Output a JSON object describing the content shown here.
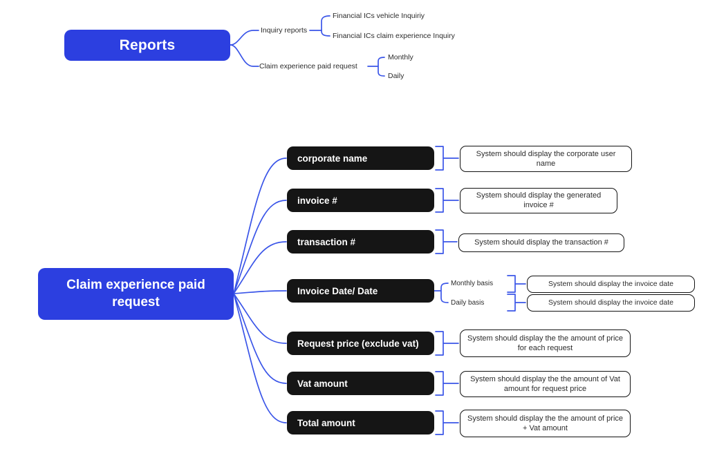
{
  "colors": {
    "accent_blue": "#2c3fe0",
    "line_blue": "#3a55e8",
    "topic_background": "#151515",
    "note_border": "#111111"
  },
  "reports_map": {
    "root": "Reports",
    "branches": [
      {
        "label": "Inquiry reports",
        "children": [
          {
            "label": "Financial ICs vehicle Inquiriy"
          },
          {
            "label": "Financial  ICs claim experience Inquiry"
          }
        ]
      },
      {
        "label": "Claim experience paid request",
        "children": [
          {
            "label": "Monthly"
          },
          {
            "label": "Daily"
          }
        ]
      }
    ]
  },
  "claim_map": {
    "root": "Claim experience paid request",
    "rows": [
      {
        "topic": "corporate name",
        "note": "System should display the corporate  user name"
      },
      {
        "topic": "invoice #",
        "note": "System should display the generated invoice #"
      },
      {
        "topic": "transaction #",
        "note": "System should display the transaction #"
      },
      {
        "topic": "Invoice Date/ Date",
        "children": [
          {
            "label": "Monthly basis",
            "note": "System should display the invoice date"
          },
          {
            "label": "Daily basis",
            "note": "System should display the invoice date"
          }
        ]
      },
      {
        "topic": "Request price (exclude vat)",
        "note": "System should display the the amount of price for each request"
      },
      {
        "topic": "Vat amount",
        "note": "System should display the the amount of Vat amount for request price"
      },
      {
        "topic": "Total amount",
        "note": "System should display the the amount of price + Vat amount"
      }
    ]
  }
}
